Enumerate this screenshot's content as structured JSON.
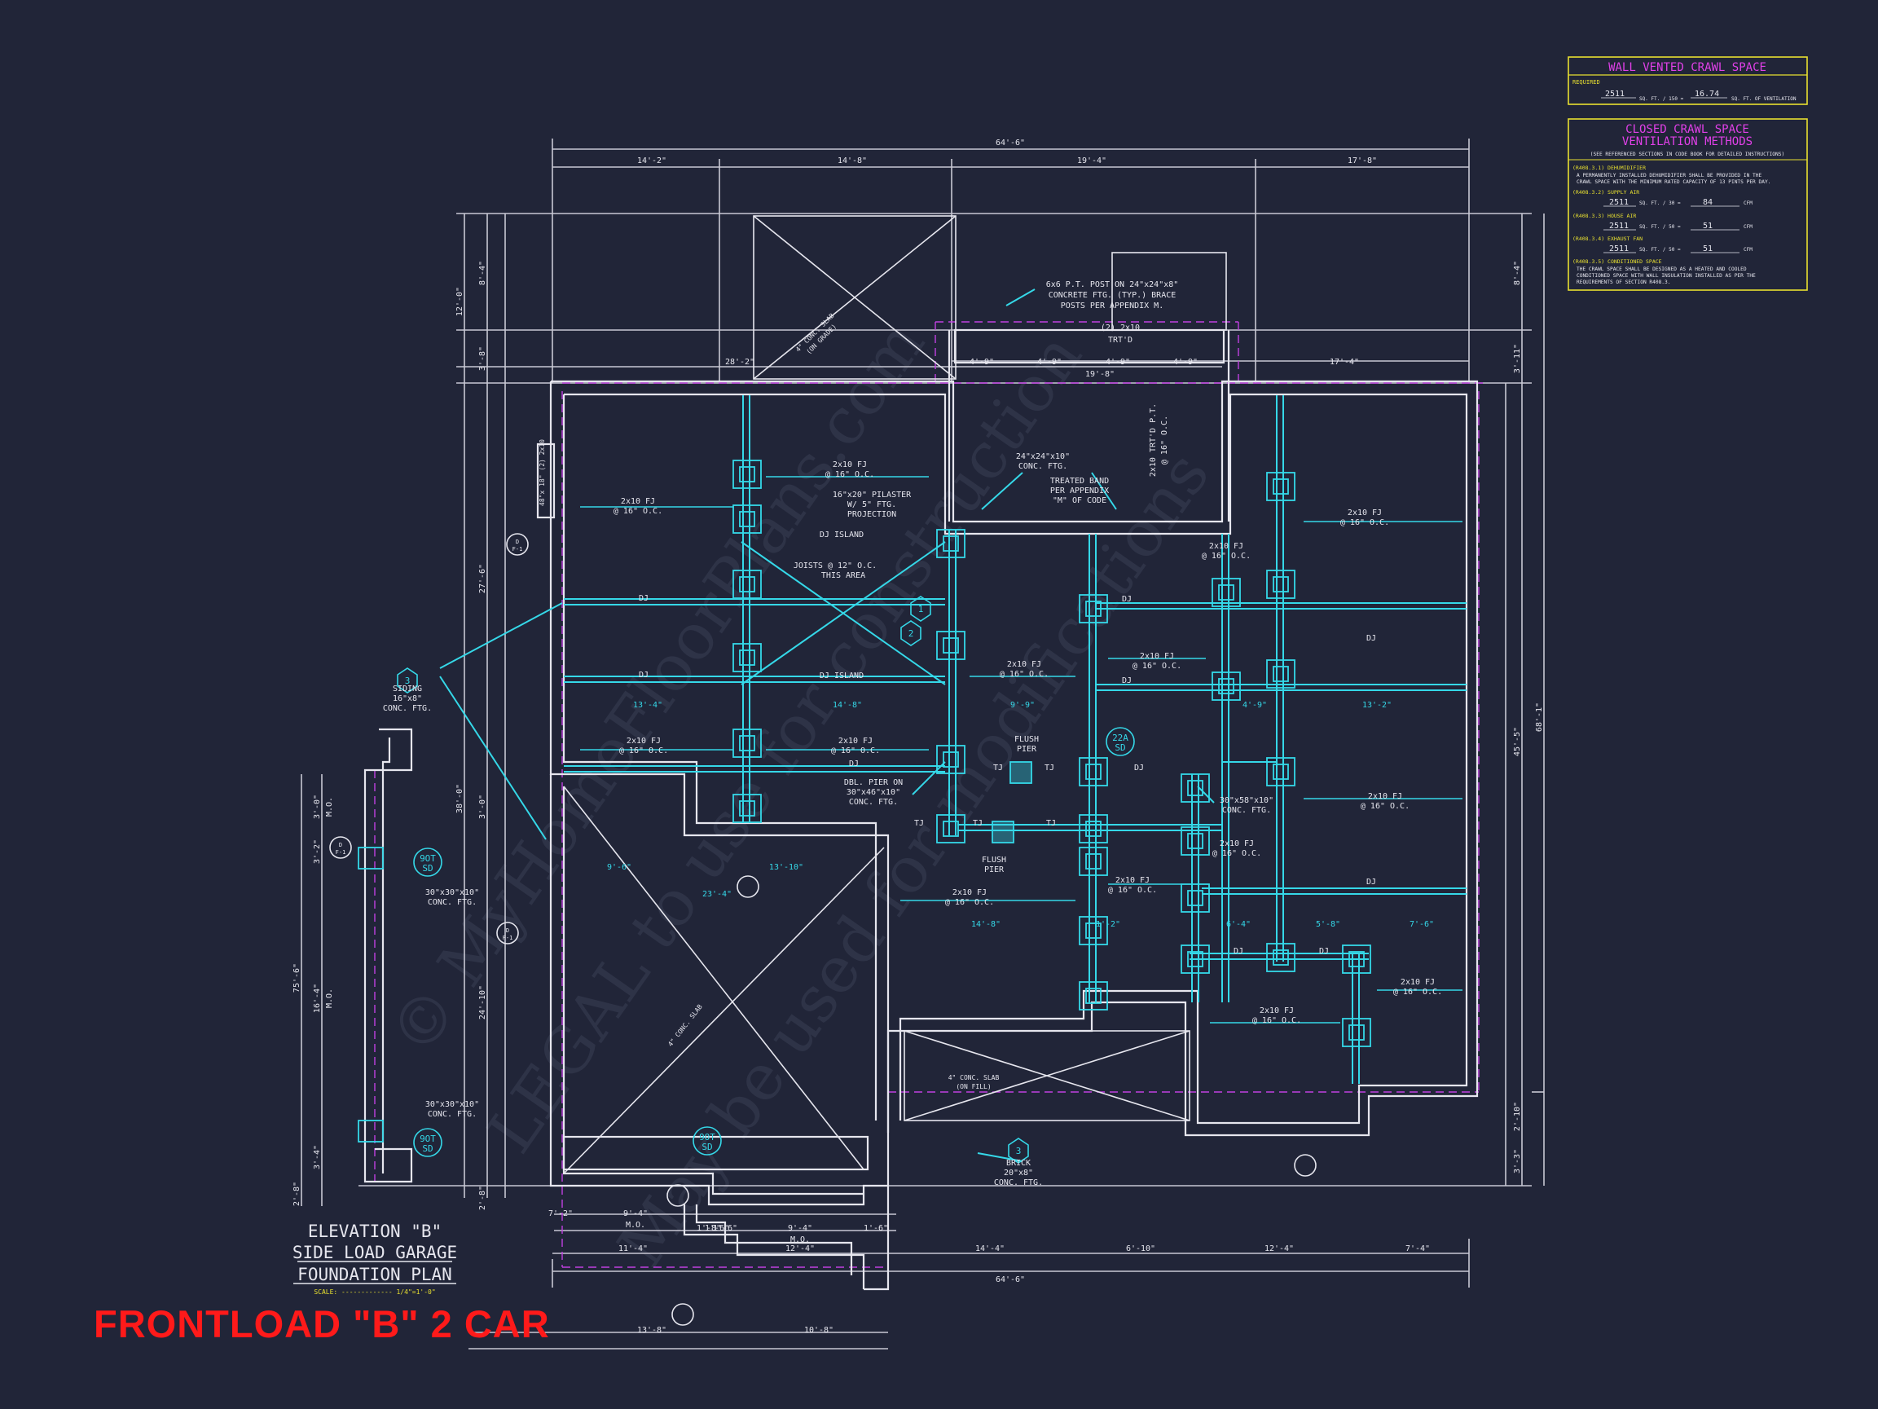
{
  "colors": {
    "background": "#212538",
    "wall": "#e6e6ee",
    "cyan": "#35d8e8",
    "magenta": "#e040e8",
    "yellow": "#e8e030",
    "red": "#ff1a1a"
  },
  "title_block": {
    "line1": "ELEVATION \"B\"",
    "line2": "SIDE LOAD GARAGE",
    "line3": "FOUNDATION PLAN",
    "scale": "SCALE: ------------- 1/4\"=1'-0\"",
    "banner": "FRONTLOAD \"B\" 2 CAR"
  },
  "vent_table": {
    "title": "WALL VENTED CRAWL SPACE",
    "required_label": "REQUIRED",
    "area_value": "2511",
    "area_unit": "SQ. FT. / 150 =",
    "vent_value": "16.74",
    "vent_unit": "SQ. FT. OF VENTILATION"
  },
  "closed_table": {
    "title1": "CLOSED CRAWL SPACE",
    "title2": "VENTILATION METHODS",
    "subtitle": "(SEE REFERENCED SECTIONS IN CODE BOOK FOR DETAILED INSTRUCTIONS)",
    "r1_head": "(R408.3.1) DEHUMIDIFIER",
    "r1_text1": "A PERMANENTLY INSTALLED DEHUMIDIFIER SHALL BE PROVIDED IN THE",
    "r1_text2": "CRAWL SPACE WITH THE MINIMUM RATED CAPACITY OF 13 PINTS PER DAY.",
    "r2_head": "(R408.3.2) SUPPLY AIR",
    "r2_a": "2511",
    "r2_unit": "SQ. FT. / 30 =",
    "r2_b": "84",
    "r2_cfm": "CFM",
    "r3_head": "(R408.3.3) HOUSE AIR",
    "r3_a": "2511",
    "r3_unit": "SQ. FT. / 50 =",
    "r3_b": "51",
    "r3_cfm": "CFM",
    "r4_head": "(R408.3.4) EXHAUST FAN",
    "r4_a": "2511",
    "r4_unit": "SQ. FT. / 50 =",
    "r4_b": "51",
    "r4_cfm": "CFM",
    "r5_head": "(R408.3.5) CONDITIONED SPACE",
    "r5_text1": "THE CRAWL SPACE SHALL BE DESIGNED AS A HEATED AND COOLED",
    "r5_text2": "CONDITIONED SPACE WITH WALL INSULATION INSTALLED AS PER THE",
    "r5_text3": "REQUIREMENTS OF SECTION R408.3."
  },
  "dims_top": {
    "overall": "64'-6\"",
    "d1": "14'-2\"",
    "d2": "14'-8\"",
    "d3": "19'-4\"",
    "d4": "17'-8\"",
    "porch": "28'-2\"",
    "p1": "4'-9\"",
    "p2": "4'-9\"",
    "p3": "4'-9\"",
    "p4": "4'-9\"",
    "p5": "19'-8\"",
    "p6": "17'-4\""
  },
  "dims_bottom": {
    "overall": "64'-6\"",
    "a1": "11'-4\"",
    "a2": "12'-4\"",
    "a3": "14'-4\"",
    "a4": "6'-10\"",
    "a5": "12'-4\"",
    "a6": "7'-4\"",
    "b1": "7'-2\"",
    "b2": "9'-4\"",
    "b2m": "M.O.",
    "b3": "1'-6\"",
    "c1": "1'-8\"",
    "c2": "1'-6\"",
    "c3": "9'-4\"",
    "c3m": "M.O.",
    "c4": "1'-6\"",
    "d1": "13'-8\"",
    "d2": "10'-8\""
  },
  "dims_left": {
    "l1": "12'-0\"",
    "l2": "3'-8\"",
    "l3": "8'-4\"",
    "l4": "27'-6\"",
    "l5": "38'-0\"",
    "l6": "24'-10\"",
    "l7": "3'-0\"",
    "l8": "2'-8\"",
    "l9": "75'-6\"",
    "w1": "3'-0\"",
    "w1m": "M.O.",
    "w2": "3'-2\"",
    "w3": "16'-4\"",
    "w3m": "M.O.",
    "w4": "3'-4\"",
    "w5": "2'-8\""
  },
  "dims_right": {
    "r1": "8'-4\"",
    "r2": "3'-11\"",
    "r3": "68'-1\"",
    "r4": "45'-5\"",
    "r5": "2'-10\"",
    "r6": "3'-3\""
  },
  "notes": {
    "post": "6x6 P.T. POST ON 24\"x24\"x8\"",
    "post2": "CONCRETE FTG. (TYP.) BRACE",
    "post3": "POSTS PER APPENDIX M.",
    "trtd": "(2) 2x10",
    "trtd2": "TRT'D",
    "trtd_rim": "2x10 TRT'D P.T.",
    "trtd_rim2": "@ 16\" O.C.",
    "conc": "24\"x24\"x10\"",
    "conc2": "CONC. FTG.",
    "band": "TREATED BAND",
    "band2": "PER APPENDIX",
    "band3": "\"M\" OF CODE",
    "fj": "2x10 FJ",
    "oc": "@ 16\" O.C.",
    "pilaster": "16\"x20\" PILASTER",
    "pilaster2": "W/ 5\" FTG.",
    "pilaster3": "PROJECTION",
    "island": "DJ  ISLAND",
    "joists": "JOISTS @ 12\" O.C.",
    "joists2": "THIS AREA",
    "dj": "DJ",
    "tj": "TJ",
    "flush": "FLUSH",
    "pier": "PIER",
    "delpier": "DBL. PIER ON",
    "delpier2": "30\"x46\"x10\"",
    "delpier3": "CONC. FTG.",
    "ftg30": "30\"x58\"x10\"",
    "ftg30b": "CONC. FTG.",
    "siding": "SIDING",
    "siding2": "16\"x8\"",
    "siding3": "CONC. FTG.",
    "brick": "BRICK",
    "brick2": "20\"x8\"",
    "brick3": "CONC. FTG.",
    "left_ftg": "30\"x30\"x10\"",
    "left_ftg2": "CONC. FTG.",
    "slab": "4\" CONC. SLAB",
    "slab2": "(ON GRADE)",
    "slab_fill": "(ON FILL)",
    "fireplace": "48\"x 18\" (2) 2x10",
    "d90": "9OT",
    "sd": "SD",
    "d22": "22A"
  },
  "row_dims": {
    "r1": "13'-4\"",
    "r2": "14'-8\"",
    "r3": "9'-9\"",
    "r4": "4'-9\"",
    "r5": "13'-2\"",
    "s1": "9'-6\"",
    "s2": "13'-10\"",
    "s3": "23'-4\"",
    "s4": "14'-8\"",
    "s5": "1'-2\"",
    "s6": "6'-4\"",
    "s7": "5'-8\"",
    "s8": "7'-6\""
  },
  "tags": {
    "t1": "1",
    "t2": "2",
    "t3": "3",
    "t3b": "3",
    "f1": "D",
    "f1b": "F-1"
  },
  "watermark": {
    "w1": "© MyHomeFloorPlans.com",
    "w2": "LEGAL to use for construction",
    "w3": "May be used for modifications"
  }
}
